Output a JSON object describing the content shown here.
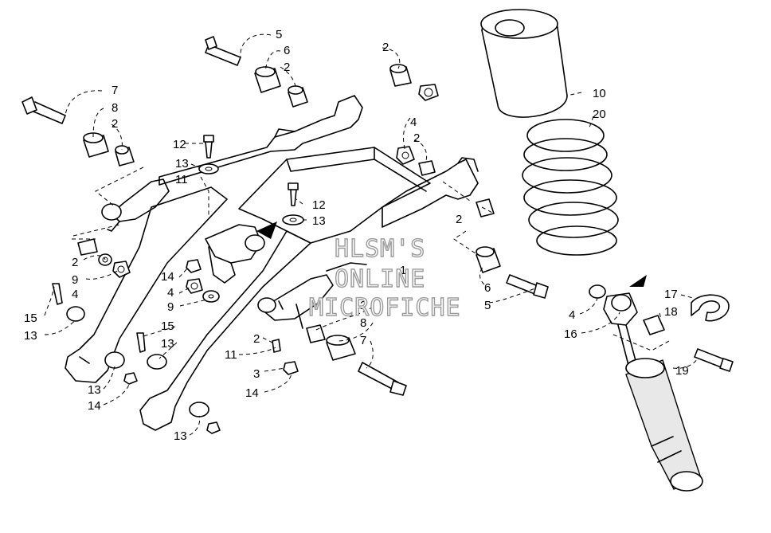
{
  "watermark": [
    "HLSM'S",
    "ONLINE",
    "MICROFICHE"
  ],
  "callouts": [
    {
      "id": "c-5-top",
      "text": "5"
    },
    {
      "id": "c-6-top",
      "text": "6"
    },
    {
      "id": "c-2-top",
      "text": "2"
    },
    {
      "id": "c-7-left",
      "text": "7"
    },
    {
      "id": "c-8-left",
      "text": "8"
    },
    {
      "id": "c-2-left",
      "text": "2"
    },
    {
      "id": "c-2-upright",
      "text": "2"
    },
    {
      "id": "c-4-upright",
      "text": "4"
    },
    {
      "id": "c-2-upright2",
      "text": "2"
    },
    {
      "id": "c-12-a",
      "text": "12"
    },
    {
      "id": "c-13-a",
      "text": "13"
    },
    {
      "id": "c-11-a",
      "text": "11"
    },
    {
      "id": "c-12-b",
      "text": "12"
    },
    {
      "id": "c-13-b",
      "text": "13"
    },
    {
      "id": "c-2-right",
      "text": "2"
    },
    {
      "id": "c-10",
      "text": "10"
    },
    {
      "id": "c-20",
      "text": "20"
    },
    {
      "id": "c-1",
      "text": "1"
    },
    {
      "id": "c-2-midleft",
      "text": "2"
    },
    {
      "id": "c-9-midleft",
      "text": "9"
    },
    {
      "id": "c-4-midleft",
      "text": "4"
    },
    {
      "id": "c-14-mid",
      "text": "14"
    },
    {
      "id": "c-4-mid",
      "text": "4"
    },
    {
      "id": "c-9-mid",
      "text": "9"
    },
    {
      "id": "c-6-right",
      "text": "6"
    },
    {
      "id": "c-5-right",
      "text": "5"
    },
    {
      "id": "c-15-left",
      "text": "15"
    },
    {
      "id": "c-13-left",
      "text": "13"
    },
    {
      "id": "c-2-low",
      "text": "2"
    },
    {
      "id": "c-8-low",
      "text": "8"
    },
    {
      "id": "c-7-low",
      "text": "7"
    },
    {
      "id": "c-15-mid",
      "text": "15"
    },
    {
      "id": "c-13-mid",
      "text": "13"
    },
    {
      "id": "c-2-lowmid",
      "text": "2"
    },
    {
      "id": "c-11-b",
      "text": "11"
    },
    {
      "id": "c-3",
      "text": "3"
    },
    {
      "id": "c-14-low",
      "text": "14"
    },
    {
      "id": "c-13-bl",
      "text": "13"
    },
    {
      "id": "c-14-bl",
      "text": "14"
    },
    {
      "id": "c-13-bottom",
      "text": "13"
    },
    {
      "id": "c-17",
      "text": "17"
    },
    {
      "id": "c-18",
      "text": "18"
    },
    {
      "id": "c-4-shock",
      "text": "4"
    },
    {
      "id": "c-16",
      "text": "16"
    },
    {
      "id": "c-19",
      "text": "19"
    }
  ]
}
